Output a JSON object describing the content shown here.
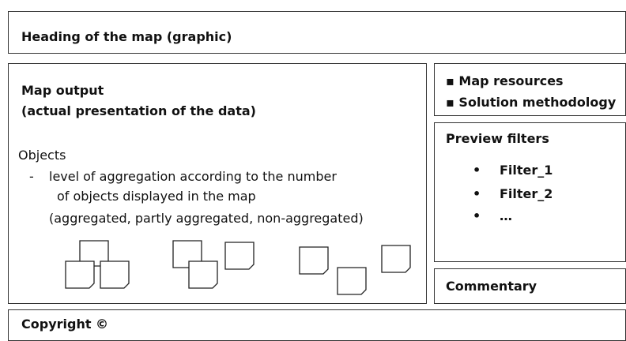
{
  "heading": {
    "text": "Heading of the map (graphic)"
  },
  "map_output": {
    "title_line1": "Map output",
    "title_line2": "(actual presentation of the data)",
    "objects_title": "Objects",
    "dash": "-",
    "line1": "level of aggregation according to the number",
    "line2": "of objects displayed in the map",
    "line3": "(aggregated, partly aggregated, non-aggregated)"
  },
  "resources": {
    "bullet": "▪",
    "items": [
      "Map resources",
      "Solution methodology"
    ]
  },
  "preview_filters": {
    "title": "Preview filters",
    "bullet": "•",
    "items": [
      "Filter_1",
      "Filter_2",
      "…"
    ]
  },
  "commentary": {
    "text": "Commentary"
  },
  "copyright": {
    "text": "Copyright ©"
  }
}
